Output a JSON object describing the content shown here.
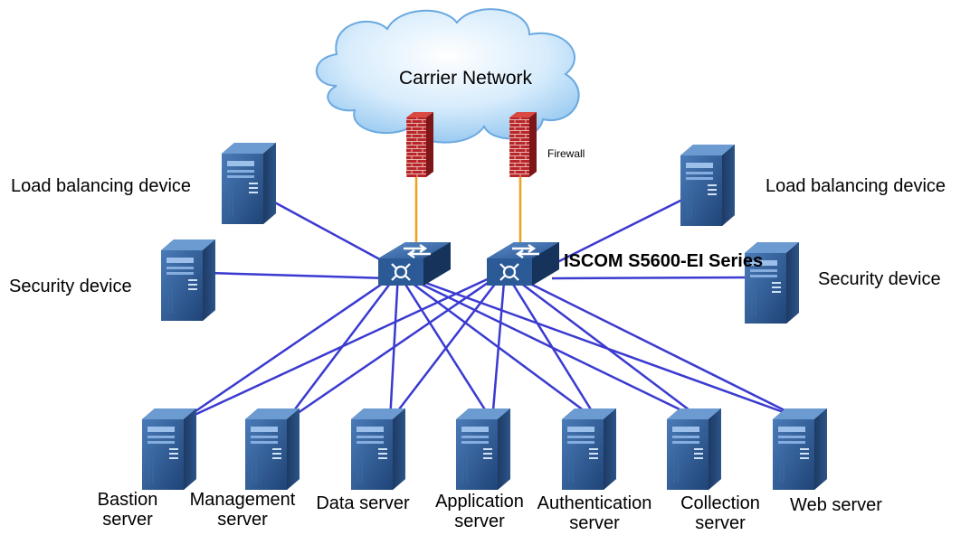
{
  "cloud": {
    "label": "Carrier Network"
  },
  "firewall": {
    "label": "Firewall"
  },
  "switch_series": {
    "label": "ISCOM S5600-EI Series"
  },
  "left_devices": [
    {
      "label": "Load balancing device"
    },
    {
      "label": "Security device"
    }
  ],
  "right_devices": [
    {
      "label": "Load balancing device"
    },
    {
      "label": "Security device"
    }
  ],
  "servers": [
    {
      "line1": "Bastion",
      "line2": "server"
    },
    {
      "line1": "Management",
      "line2": "server"
    },
    {
      "line1": "Data server",
      "line2": ""
    },
    {
      "line1": "Application",
      "line2": "server"
    },
    {
      "line1": "Authentication",
      "line2": "server"
    },
    {
      "line1": "Collection",
      "line2": "server"
    },
    {
      "line1": "Web server",
      "line2": ""
    }
  ],
  "colors": {
    "link": "#3a3ad0",
    "uplink": "#f0a020",
    "server_blue": "#2f5d9a",
    "firewall_red": "#c0282a",
    "cloud_fill": "#bfe0fa"
  },
  "icons": [
    "cloud-icon",
    "firewall-icon",
    "switch-icon",
    "server-icon"
  ]
}
